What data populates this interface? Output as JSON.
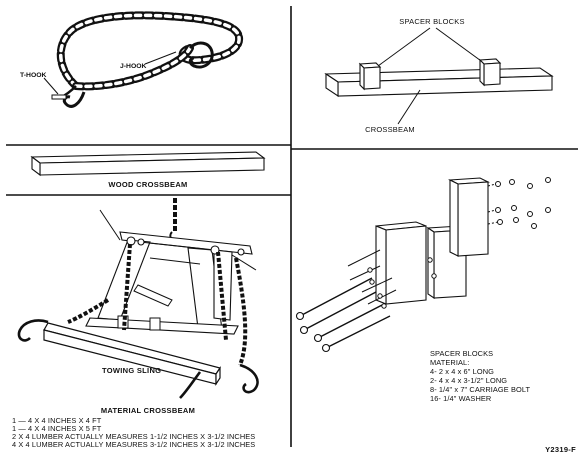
{
  "labels": {
    "j_hook": "J-HOOK",
    "t_hook": "T-HOOK",
    "spacer_blocks": "SPACER BLOCKS",
    "crossbeam": "CROSSBEAM",
    "wood_crossbeam": "WOOD CROSSBEAM",
    "towing_sling": "TOWING SLING",
    "figure_id": "Y2319-F"
  },
  "material_crossbeam": {
    "title": "MATERIAL CROSSBEAM",
    "lines": [
      "1 — 4 X 4 INCHES X 4 FT",
      "1 — 4 X 4 INCHES X 5 FT",
      "2 X 4 LUMBER ACTUALLY MEASURES 1-1/2 INCHES X 3-1/2 INCHES",
      "4 X 4 LUMBER ACTUALLY MEASURES 3-1/2 INCHES X 3-1/2 INCHES"
    ]
  },
  "spacer_material": {
    "title": "SPACER BLOCKS",
    "subtitle": "MATERIAL:",
    "lines": [
      "4- 2 x 4 x 6\" LONG",
      "2- 4 x 4 x 3-1/2\" LONG",
      "8- 1/4\" x 7\" CARRIAGE BOLT",
      "16- 1/4\" WASHER"
    ]
  }
}
